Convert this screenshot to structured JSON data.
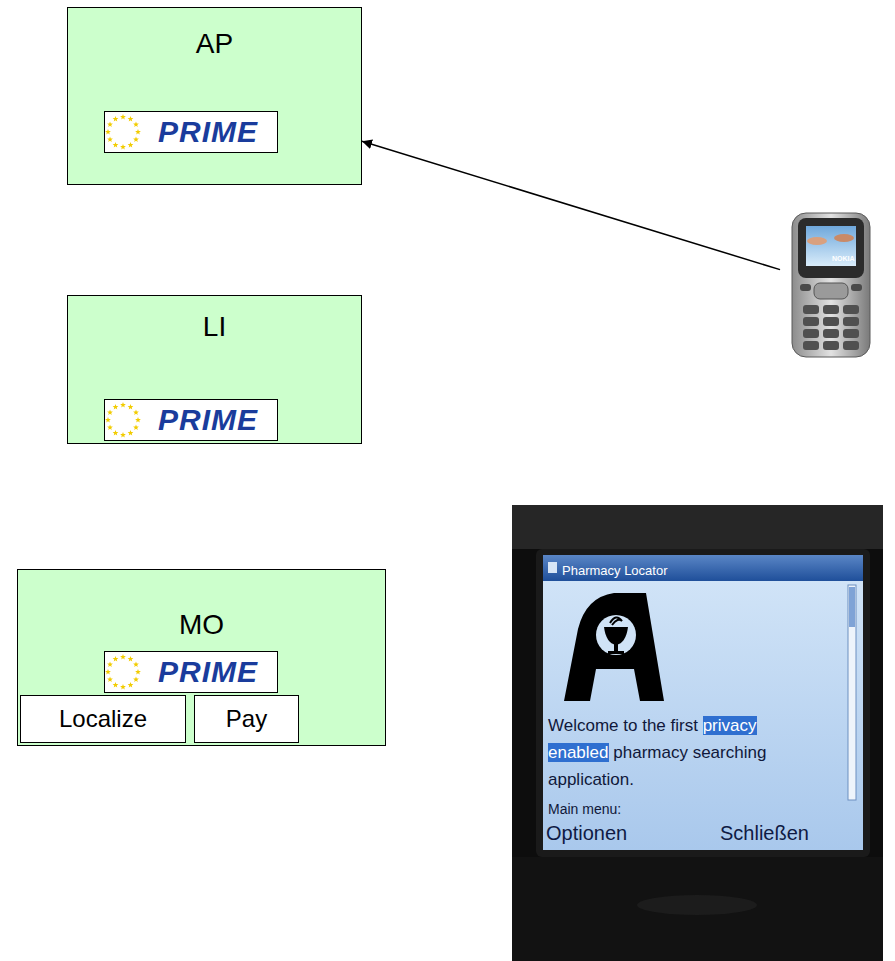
{
  "diagram": {
    "nodes": [
      {
        "text": [
          "AP"
        ]
      },
      {
        "text": [
          "PRIME"
        ],
        "in": 0
      },
      {
        "text": [
          "NOKIA"
        ]
      },
      {
        "text": [
          "LI"
        ]
      },
      {
        "text": [
          "PRIME"
        ],
        "in": 3
      },
      {
        "text": [
          "MO"
        ]
      },
      {
        "text": [
          "PRIME"
        ],
        "in": 5
      },
      {
        "text": [
          "Localize"
        ],
        "in": 5
      },
      {
        "text": [
          "Pay"
        ],
        "in": 5
      }
    ],
    "edges": [
      {
        "from": 2,
        "to": 0,
        "arrow": "to"
      }
    ],
    "labels": [
      "Pharmacy Locator",
      "Welcome to the first",
      "privacy enabled",
      "pharmacy searching application.",
      "Main menu:",
      "Optionen",
      "Schließen"
    ]
  }
}
